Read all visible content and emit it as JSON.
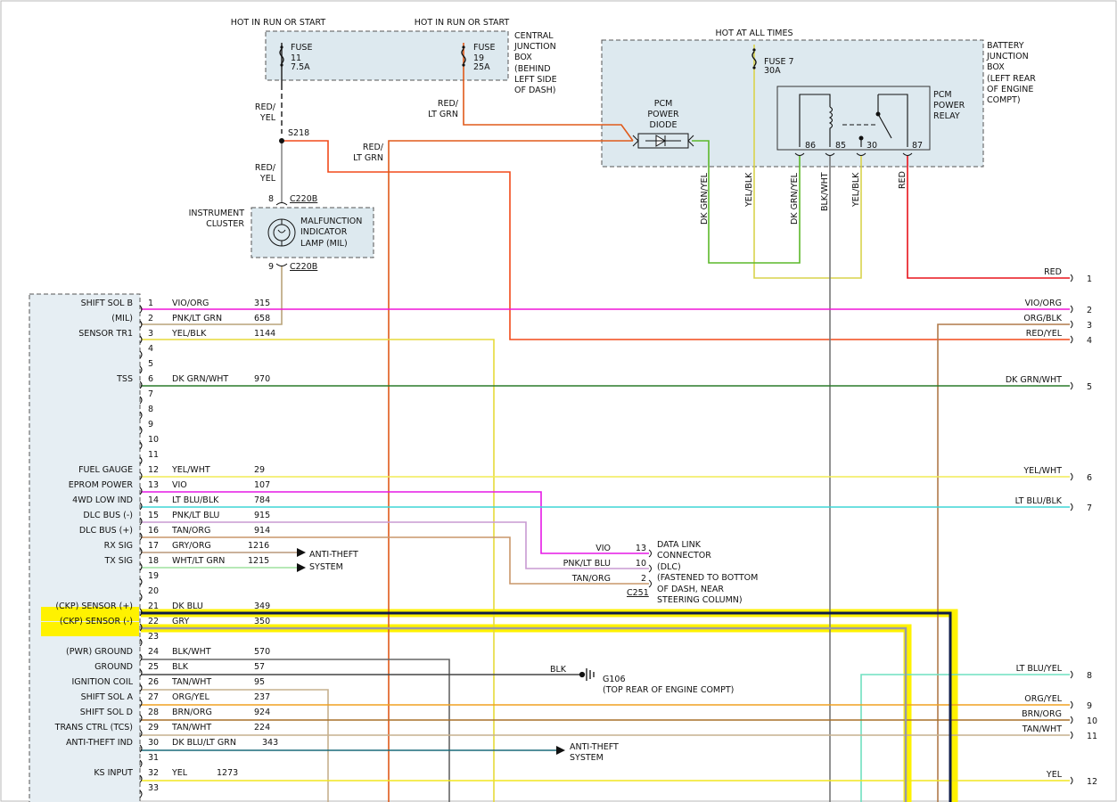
{
  "top": {
    "hot_run_start_1": "HOT IN RUN OR START",
    "hot_run_start_2": "HOT IN RUN OR START",
    "hot_all_times": "HOT AT ALL TIMES",
    "fuse11": {
      "label": "FUSE",
      "num": "11",
      "amp": "7.5A"
    },
    "fuse19": {
      "label": "FUSE",
      "num": "19",
      "amp": "25A"
    },
    "fuse7": {
      "label": "FUSE 7",
      "amp": "30A"
    },
    "cjb_lines": [
      "CENTRAL",
      "JUNCTION",
      "BOX",
      "(BEHIND",
      "LEFT SIDE",
      "OF DASH)"
    ],
    "bjb_lines": [
      "BATTERY",
      "JUNCTION",
      "BOX",
      "(LEFT REAR",
      "OF ENGINE",
      "COMPT)"
    ],
    "diode_lines": [
      "PCM",
      "POWER",
      "DIODE"
    ],
    "relay_lines": [
      "PCM",
      "POWER",
      "RELAY"
    ],
    "relay_pins": [
      "86",
      "85",
      "30",
      "87"
    ],
    "wire_red_yel": [
      "RED/",
      "YEL"
    ],
    "wire_red_ltgrn": [
      "RED/",
      "LT GRN"
    ],
    "splice": "S218",
    "vert_labels": [
      "DK GRN/YEL",
      "YEL/BLK",
      "DK GRN/YEL",
      "BLK/WHT",
      "YEL/BLK",
      "RED"
    ]
  },
  "cluster": {
    "name_lines": [
      "INSTRUMENT",
      "CLUSTER"
    ],
    "lamp_lines": [
      "MALFUNCTION",
      "INDICATOR",
      "LAMP (MIL)"
    ],
    "pin_top": "8",
    "pin_bottom": "9",
    "connector": "C220B"
  },
  "pcm_pins": [
    {
      "pin": "1",
      "name": "SHIFT SOL B",
      "color": "VIO/ORG",
      "circuit": "315"
    },
    {
      "pin": "2",
      "name": "(MIL)",
      "color": "PNK/LT GRN",
      "circuit": "658"
    },
    {
      "pin": "3",
      "name": "SENSOR TR1",
      "color": "YEL/BLK",
      "circuit": "1144"
    },
    {
      "pin": "4",
      "name": "",
      "color": "",
      "circuit": ""
    },
    {
      "pin": "5",
      "name": "",
      "color": "",
      "circuit": ""
    },
    {
      "pin": "6",
      "name": "TSS",
      "color": "DK GRN/WHT",
      "circuit": "970"
    },
    {
      "pin": "7",
      "name": "",
      "color": "",
      "circuit": ""
    },
    {
      "pin": "8",
      "name": "",
      "color": "",
      "circuit": ""
    },
    {
      "pin": "9",
      "name": "",
      "color": "",
      "circuit": ""
    },
    {
      "pin": "10",
      "name": "",
      "color": "",
      "circuit": ""
    },
    {
      "pin": "11",
      "name": "",
      "color": "",
      "circuit": ""
    },
    {
      "pin": "12",
      "name": "FUEL GAUGE",
      "color": "YEL/WHT",
      "circuit": "29"
    },
    {
      "pin": "13",
      "name": "EPROM POWER",
      "color": "VIO",
      "circuit": "107"
    },
    {
      "pin": "14",
      "name": "4WD LOW IND",
      "color": "LT BLU/BLK",
      "circuit": "784"
    },
    {
      "pin": "15",
      "name": "DLC BUS (-)",
      "color": "PNK/LT BLU",
      "circuit": "915"
    },
    {
      "pin": "16",
      "name": "DLC BUS (+)",
      "color": "TAN/ORG",
      "circuit": "914"
    },
    {
      "pin": "17",
      "name": "RX SIG",
      "color": "GRY/ORG",
      "circuit": "1216"
    },
    {
      "pin": "18",
      "name": "TX SIG",
      "color": "WHT/LT GRN",
      "circuit": "1215"
    },
    {
      "pin": "19",
      "name": "",
      "color": "",
      "circuit": ""
    },
    {
      "pin": "20",
      "name": "",
      "color": "",
      "circuit": ""
    },
    {
      "pin": "21",
      "name": "(CKP) SENSOR (+)",
      "color": "DK BLU",
      "circuit": "349"
    },
    {
      "pin": "22",
      "name": "(CKP) SENSOR (-)",
      "color": "GRY",
      "circuit": "350"
    },
    {
      "pin": "23",
      "name": "",
      "color": "",
      "circuit": ""
    },
    {
      "pin": "24",
      "name": "(PWR) GROUND",
      "color": "BLK/WHT",
      "circuit": "570"
    },
    {
      "pin": "25",
      "name": "GROUND",
      "color": "BLK",
      "circuit": "57"
    },
    {
      "pin": "26",
      "name": "IGNITION COIL",
      "color": "TAN/WHT",
      "circuit": "95"
    },
    {
      "pin": "27",
      "name": "SHIFT SOL A",
      "color": "ORG/YEL",
      "circuit": "237"
    },
    {
      "pin": "28",
      "name": "SHIFT SOL D",
      "color": "BRN/ORG",
      "circuit": "924"
    },
    {
      "pin": "29",
      "name": "TRANS CTRL (TCS)",
      "color": "TAN/WHT",
      "circuit": "224"
    },
    {
      "pin": "30",
      "name": "ANTI-THEFT IND",
      "color": "DK BLU/LT GRN",
      "circuit": "343"
    },
    {
      "pin": "31",
      "name": "",
      "color": "",
      "circuit": ""
    },
    {
      "pin": "32",
      "name": "KS INPUT",
      "color": "YEL",
      "circuit": "1273"
    },
    {
      "pin": "33",
      "name": "",
      "color": "",
      "circuit": ""
    }
  ],
  "right_side": [
    {
      "num": "1",
      "label": "RED"
    },
    {
      "num": "2",
      "label": "VIO/ORG"
    },
    {
      "num": "3",
      "label": "ORG/BLK"
    },
    {
      "num": "4",
      "label": "RED/YEL"
    },
    {
      "num": "5",
      "label": "DK GRN/WHT"
    },
    {
      "num": "6",
      "label": "YEL/WHT"
    },
    {
      "num": "7",
      "label": "LT BLU/BLK"
    },
    {
      "num": "8",
      "label": "LT BLU/YEL"
    },
    {
      "num": "9",
      "label": "ORG/YEL"
    },
    {
      "num": "10",
      "label": "BRN/ORG"
    },
    {
      "num": "11",
      "label": "TAN/WHT"
    },
    {
      "num": "12",
      "label": "YEL"
    }
  ],
  "dlc": {
    "pins": [
      {
        "color": "VIO",
        "num": "13"
      },
      {
        "color": "PNK/LT BLU",
        "num": "10"
      },
      {
        "color": "TAN/ORG",
        "num": "2"
      }
    ],
    "lines": [
      "DATA LINK",
      "CONNECTOR",
      "(DLC)",
      "(FASTENED TO BOTTOM",
      "OF DASH, NEAR",
      "STEERING COLUMN)"
    ],
    "connector": "C251"
  },
  "anti_theft": {
    "line1": "ANTI-THEFT",
    "line2": "SYSTEM"
  },
  "ground": {
    "wire": "BLK",
    "name": "G106",
    "location": "(TOP REAR OF ENGINE COMPT)"
  },
  "colors": {
    "red": "#e8131b",
    "vio_org": "#f015d8",
    "org_blk": "#b07a4a",
    "red_yel": "#f24a1a",
    "dk_grn_wht": "#2a7a2a",
    "yel": "#f2e61f",
    "vio": "#e619e6",
    "lt_blu_blk": "#3fd6d6",
    "pnk_lt_blu": "#c89ad2",
    "tan_org": "#c9976a",
    "dk_blu": "#0d1b4a",
    "gry": "#9a9aa6",
    "highlight": "#fff200",
    "box_fill": "#dde9ef",
    "pcm_fill": "#e6eef3"
  }
}
